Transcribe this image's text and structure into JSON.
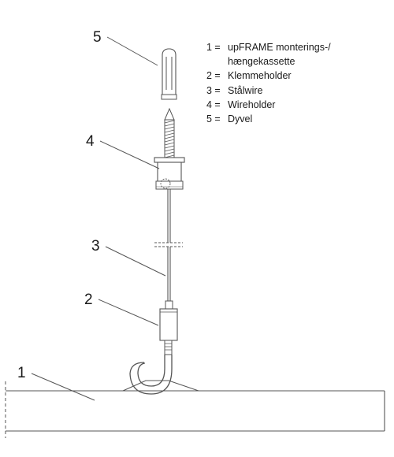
{
  "callouts": {
    "n1": "1",
    "n2": "2",
    "n3": "3",
    "n4": "4",
    "n5": "5"
  },
  "legend": [
    {
      "number": "1 =",
      "text": "upFRAME monterings-/",
      "continuation": "hængekassette"
    },
    {
      "number": "2 =",
      "text": "Klemmeholder"
    },
    {
      "number": "3 =",
      "text": "Stålwire"
    },
    {
      "number": "4 =",
      "text": "Wireholder"
    },
    {
      "number": "5 =",
      "text": "Dyvel"
    }
  ]
}
